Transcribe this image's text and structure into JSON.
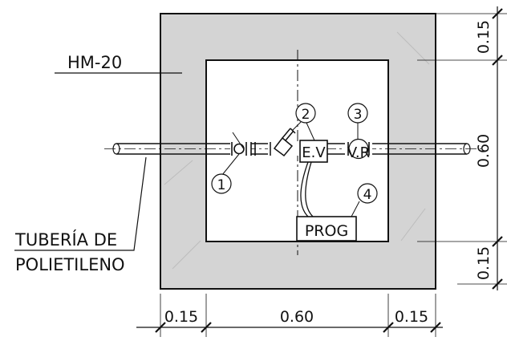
{
  "labels": {
    "material": "HM-20",
    "pipe_line1": "TUBERÍA DE",
    "pipe_line2": "POLIETILENO",
    "ev": "E.V",
    "vr": "V.R",
    "prog": "PROG"
  },
  "callouts": [
    "1",
    "2",
    "3",
    "4"
  ],
  "dimensions": {
    "right_top": "0.15",
    "right_mid": "0.60",
    "right_bot": "0.15",
    "bottom_left": "0.15",
    "bottom_mid": "0.60",
    "bottom_right": "0.15"
  },
  "colors": {
    "concrete_fill": "#d4d4d4",
    "line": "#111111",
    "background": "#ffffff"
  }
}
